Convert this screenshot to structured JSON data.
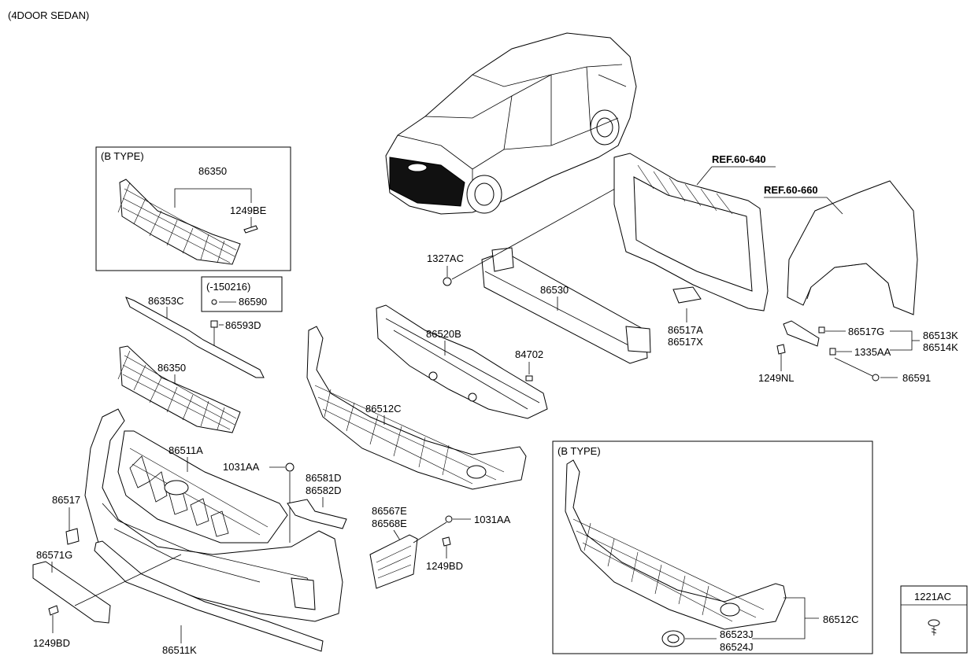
{
  "diagram": {
    "variant": "(4DOOR SEDAN)",
    "inset_btype_grille": {
      "title": "(B TYPE)",
      "part_grille": "86350",
      "part_screw": "1249BE"
    },
    "inset_date": {
      "title": "(-150216)",
      "part": "86590"
    },
    "inset_btype_lower": {
      "title": "(B TYPE)",
      "part_grille": "86512C",
      "part_cover_a": "86523J",
      "part_cover_b": "86524J"
    },
    "legend_box": {
      "part": "1221AC"
    },
    "references": {
      "radiator_support": "REF.60-640",
      "fender": "REF.60-660"
    },
    "parts": {
      "p86353C": "86353C",
      "p86593D": "86593D",
      "p86350": "86350",
      "p86511A": "86511A",
      "p1031AA_top": "1031AA",
      "p86581D": "86581D",
      "p86582D": "86582D",
      "p86517": "86517",
      "p86571G": "86571G",
      "p1249BD_left": "1249BD",
      "p86511K": "86511K",
      "p86567E": "86567E",
      "p86568E": "86568E",
      "p1031AA_right": "1031AA",
      "p1249BD_right": "1249BD",
      "p86520B": "86520B",
      "p84702": "84702",
      "p86512C": "86512C",
      "p1327AC": "1327AC",
      "p86530": "86530",
      "p86517A": "86517A",
      "p86517X": "86517X",
      "p86517G": "86517G",
      "p86513K": "86513K",
      "p86514K": "86514K",
      "p1335AA": "1335AA",
      "p1249NL": "1249NL",
      "p86591": "86591"
    }
  }
}
